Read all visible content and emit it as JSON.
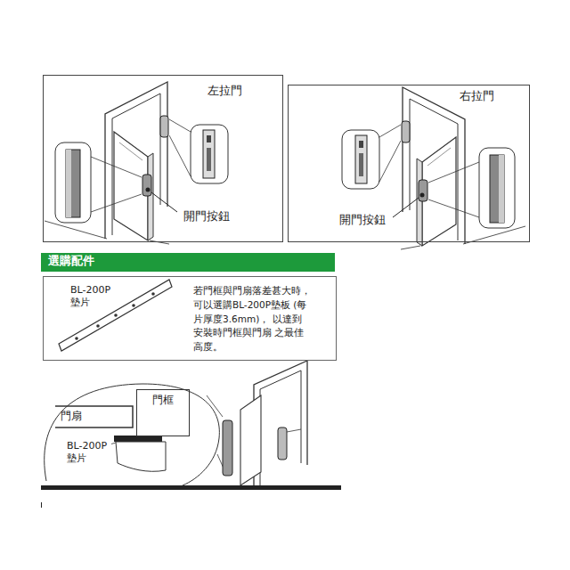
{
  "diagram": {
    "nodes": [
      {
        "text": [
          "左拉門",
          "開門按鈕"
        ]
      },
      {
        "text": [
          "右拉門",
          "開門按鈕"
        ]
      },
      {
        "text": [
          "選購配件"
        ]
      },
      {
        "text": [
          "BL-200P 墊片",
          "若門框與門扇落差甚大時， 可以選購BL-200P墊板 (每片厚度3.6mm)， 以達到安裝時門框與門扇 之最佳高度。"
        ]
      },
      {
        "text": [
          "門扇"
        ]
      },
      {
        "text": [
          "門框"
        ]
      }
    ],
    "labels": [
      "BL-200P 墊片"
    ]
  }
}
